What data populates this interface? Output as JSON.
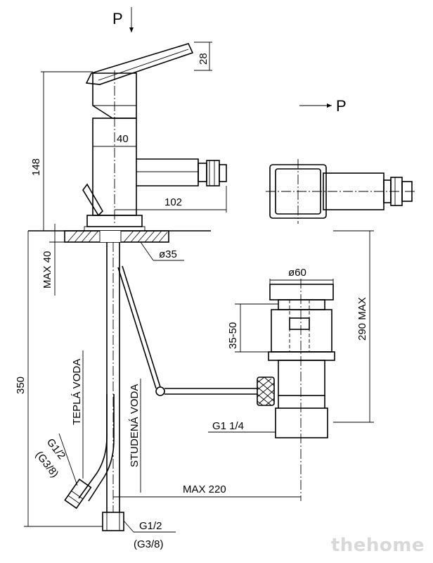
{
  "labels": {
    "p_top": "P",
    "p_side": "P",
    "dim_28": "28",
    "dim_148": "148",
    "dim_40": "40",
    "dim_102": "102",
    "dim_max40": "MAX 40",
    "dim_d35": "ø35",
    "dim_d60": "ø60",
    "dim_35_50": "35-50",
    "dim_290max": "290 MAX",
    "dim_350": "350",
    "hot_water": "TEPLÁ VODA",
    "cold_water": "STUDENÁ VODA",
    "g12_left": "G1/2",
    "g38_left": "(G3/8)",
    "g1_14": "G1  1/4",
    "max220": "MAX 220",
    "g12_bottom": "G1/2",
    "g38_bottom": "(G3/8)"
  },
  "watermark": "thehome"
}
